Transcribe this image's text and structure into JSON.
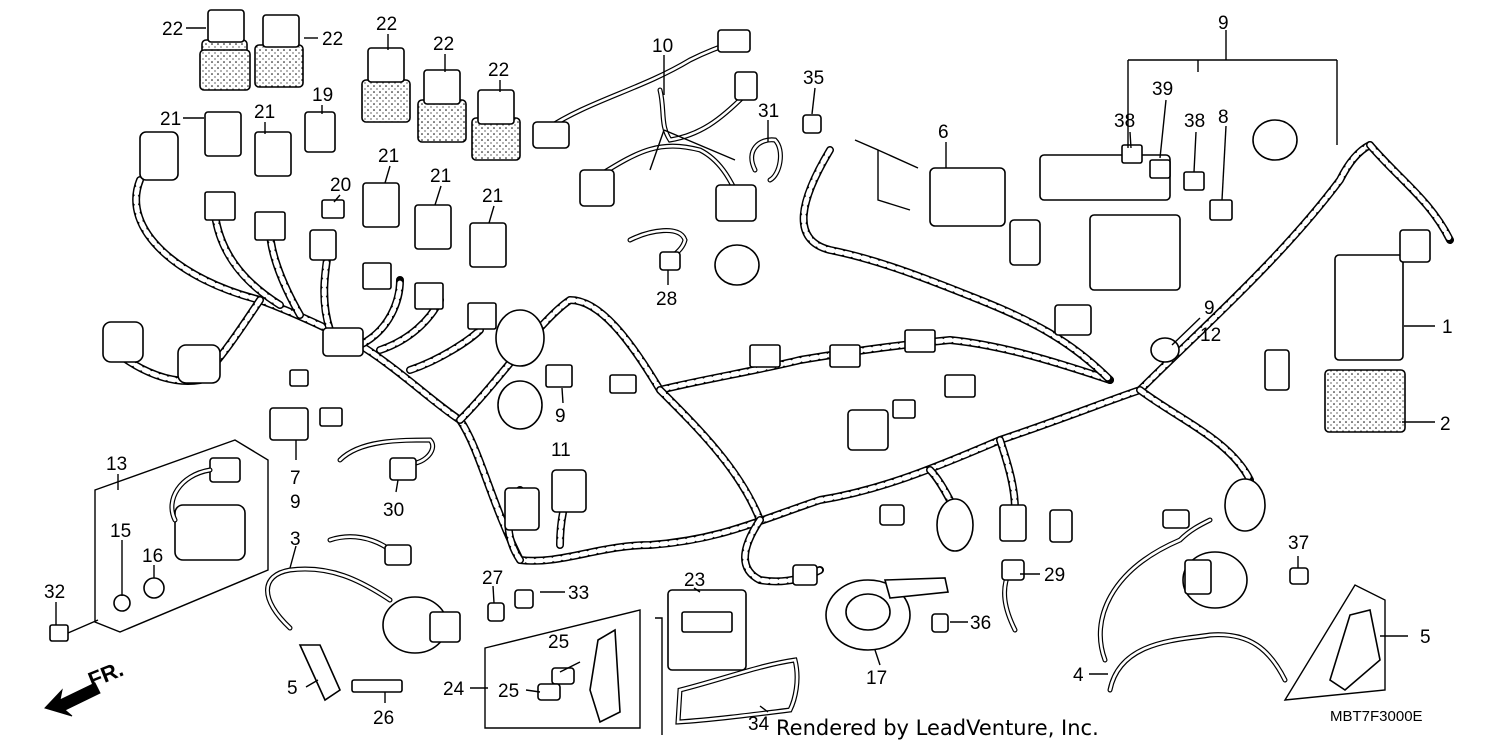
{
  "diagram": {
    "credit": "Rendered by LeadVenture, Inc.",
    "diagram_code": "MBT7F3000E",
    "direction_label": "FR.",
    "callouts": [
      {
        "id": "c1",
        "text": "1"
      },
      {
        "id": "c2",
        "text": "2"
      },
      {
        "id": "c3",
        "text": "3"
      },
      {
        "id": "c4",
        "text": "4"
      },
      {
        "id": "c5a",
        "text": "5"
      },
      {
        "id": "c5b",
        "text": "5"
      },
      {
        "id": "c6",
        "text": "6"
      },
      {
        "id": "c7",
        "text": "7"
      },
      {
        "id": "c8",
        "text": "8"
      },
      {
        "id": "c9a",
        "text": "9"
      },
      {
        "id": "c9b",
        "text": "9"
      },
      {
        "id": "c9c",
        "text": "9"
      },
      {
        "id": "c9d",
        "text": "9"
      },
      {
        "id": "c10",
        "text": "10"
      },
      {
        "id": "c11",
        "text": "11"
      },
      {
        "id": "c12",
        "text": "12"
      },
      {
        "id": "c13",
        "text": "13"
      },
      {
        "id": "c15",
        "text": "15"
      },
      {
        "id": "c16",
        "text": "16"
      },
      {
        "id": "c17",
        "text": "17"
      },
      {
        "id": "c19",
        "text": "19"
      },
      {
        "id": "c20",
        "text": "20"
      },
      {
        "id": "c21a",
        "text": "21"
      },
      {
        "id": "c21b",
        "text": "21"
      },
      {
        "id": "c21c",
        "text": "21"
      },
      {
        "id": "c21d",
        "text": "21"
      },
      {
        "id": "c21e",
        "text": "21"
      },
      {
        "id": "c22a",
        "text": "22"
      },
      {
        "id": "c22b",
        "text": "22"
      },
      {
        "id": "c22c",
        "text": "22"
      },
      {
        "id": "c22d",
        "text": "22"
      },
      {
        "id": "c22e",
        "text": "22"
      },
      {
        "id": "c23",
        "text": "23"
      },
      {
        "id": "c24",
        "text": "24"
      },
      {
        "id": "c25a",
        "text": "25"
      },
      {
        "id": "c25b",
        "text": "25"
      },
      {
        "id": "c26",
        "text": "26"
      },
      {
        "id": "c27",
        "text": "27"
      },
      {
        "id": "c28",
        "text": "28"
      },
      {
        "id": "c29",
        "text": "29"
      },
      {
        "id": "c30",
        "text": "30"
      },
      {
        "id": "c31",
        "text": "31"
      },
      {
        "id": "c32",
        "text": "32"
      },
      {
        "id": "c33",
        "text": "33"
      },
      {
        "id": "c34",
        "text": "34"
      },
      {
        "id": "c35",
        "text": "35"
      },
      {
        "id": "c36",
        "text": "36"
      },
      {
        "id": "c37",
        "text": "37"
      },
      {
        "id": "c38a",
        "text": "38"
      },
      {
        "id": "c38b",
        "text": "38"
      },
      {
        "id": "c39",
        "text": "39"
      }
    ]
  }
}
